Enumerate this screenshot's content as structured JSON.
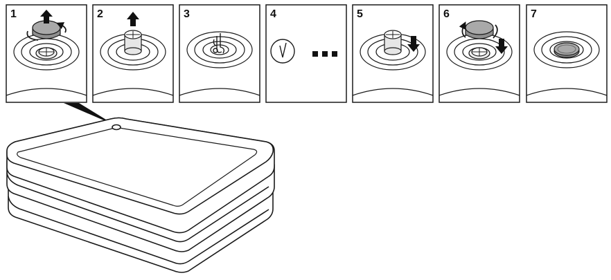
{
  "steps": [
    {
      "number": "1",
      "icons": [
        "valve-cap-icon",
        "unscrew-rotate-arrow-icon",
        "up-arrow-icon"
      ]
    },
    {
      "number": "2",
      "icons": [
        "valve-plug-icon",
        "up-arrow-icon"
      ]
    },
    {
      "number": "3",
      "icons": [
        "inflate-pump-nozzle-icon"
      ]
    },
    {
      "number": "4",
      "icons": [
        "clock-icon",
        "ellipsis-icon"
      ]
    },
    {
      "number": "5",
      "icons": [
        "valve-plug-icon",
        "down-arrow-icon"
      ]
    },
    {
      "number": "6",
      "icons": [
        "valve-cap-icon",
        "screw-rotate-arrow-icon",
        "down-arrow-icon"
      ]
    },
    {
      "number": "7",
      "icons": [
        "closed-valve-icon"
      ]
    }
  ],
  "illustration": {
    "subject": "air-mattress-icon",
    "callout_target_step": "1"
  },
  "colors": {
    "line": "#1a1a1a",
    "cap_fill": "#8f8f8f",
    "cap_top": "#a9a9a9",
    "plug_fill": "#e6e6e6",
    "background": "#ffffff"
  }
}
